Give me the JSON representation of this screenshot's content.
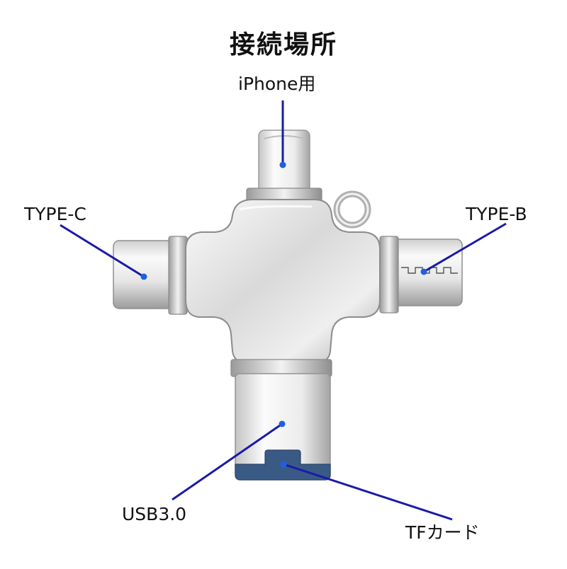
{
  "title": "接続場所",
  "labels": {
    "iphone": "iPhone用",
    "type_c": "TYPE-C",
    "type_b": "TYPE-B",
    "usb": "USB3.0",
    "tf_card": "TFカード"
  },
  "colors": {
    "pointer_line": "#1a1aa8",
    "pointer_dot": "#1f5fe0",
    "metal_light": "#f4f4f4",
    "metal_dark": "#8a8a8a",
    "tf_slot": "#3a5a86"
  }
}
